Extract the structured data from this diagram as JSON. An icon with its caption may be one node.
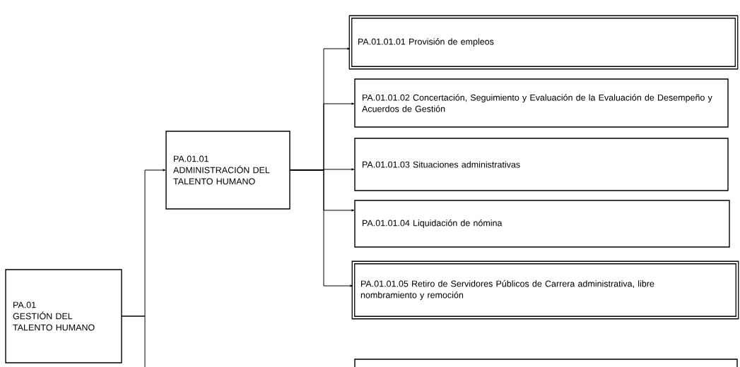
{
  "diagram": {
    "nodes": [
      {
        "text": [
          "PA.01",
          "GESTIÓN DEL TALENTO HUMANO"
        ]
      },
      {
        "text": [
          "PA.01.01",
          "ADMINISTRACIÓN DEL TALENTO HUMANO"
        ]
      },
      {
        "text": [
          "PA.01.01.01 Provisión de empleos"
        ]
      },
      {
        "text": [
          "PA.01.01.02 Concertación, Seguimiento y Evaluación de la  Evaluación de Desempeño y Acuerdos de Gestión"
        ]
      },
      {
        "text": [
          "PA.01.01.03 Situaciones administrativas"
        ]
      },
      {
        "text": [
          "PA.01.01.04 Liquidación de nómina"
        ]
      },
      {
        "text": [
          "PA.01.01.05 Retiro de Servidores Públicos de Carrera administrativa, libre nombramiento  y remoción"
        ]
      },
      {
        "text": [],
        "shape": "box"
      }
    ],
    "edges": [
      {
        "from": 0,
        "to": 1,
        "arrow": "to"
      },
      {
        "from": 0,
        "to": null,
        "arrow": "none"
      },
      {
        "from": 1,
        "to": 2,
        "arrow": "to"
      },
      {
        "from": 1,
        "to": 3,
        "arrow": "to"
      },
      {
        "from": 1,
        "to": 4,
        "arrow": "to"
      },
      {
        "from": 1,
        "to": 5,
        "arrow": "to"
      },
      {
        "from": 1,
        "to": 6,
        "arrow": "to"
      }
    ]
  }
}
